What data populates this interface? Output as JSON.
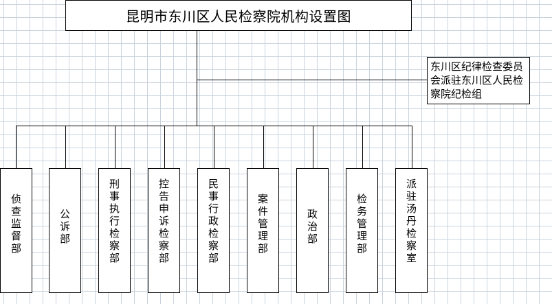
{
  "title": "昆明市东川区人民检察院机构设置图",
  "side_unit": "东川区纪律检查委员会派驻东川区人民检察院纪检组",
  "departments": [
    "侦查监督部",
    "公诉部",
    "刑事执行检察部",
    "控告申诉检察部",
    "民事行政检察部",
    "案件管理部",
    "政治部",
    "检务管理部",
    "派驻汤丹检察室"
  ]
}
